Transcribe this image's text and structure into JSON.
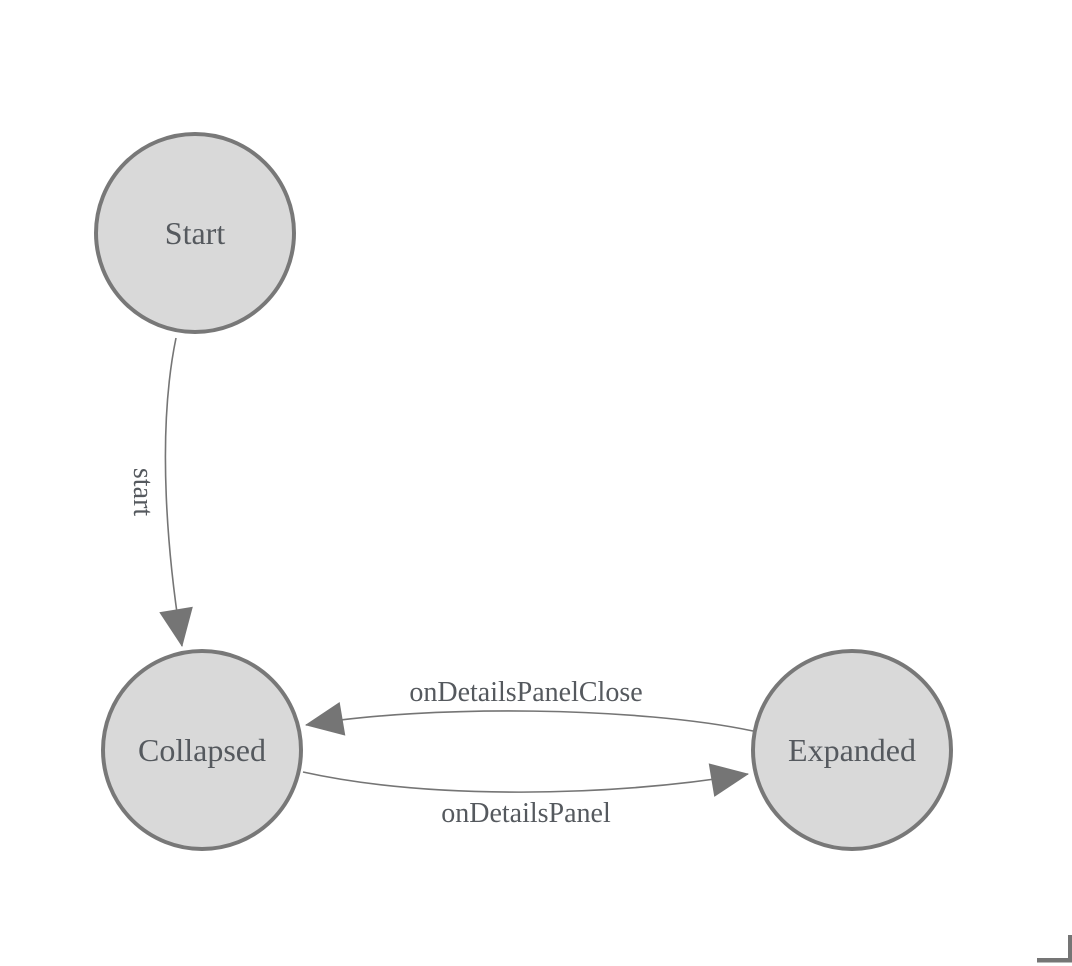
{
  "diagram": {
    "type": "state-machine",
    "nodes": [
      {
        "id": "start",
        "label": "Start"
      },
      {
        "id": "collapsed",
        "label": "Collapsed"
      },
      {
        "id": "expanded",
        "label": "Expanded"
      }
    ],
    "edges": [
      {
        "from": "Start",
        "to": "Collapsed",
        "label": "start"
      },
      {
        "from": "Expanded",
        "to": "Collapsed",
        "label": "onDetailsPanelClose"
      },
      {
        "from": "Collapsed",
        "to": "Expanded",
        "label": "onDetailsPanel"
      }
    ],
    "colors": {
      "background": "#ffffff",
      "node_fill": "#d9d9d9",
      "node_border": "#787878",
      "edge_line": "#757575",
      "arrowhead": "#757575",
      "label_text": "#55595e"
    }
  }
}
